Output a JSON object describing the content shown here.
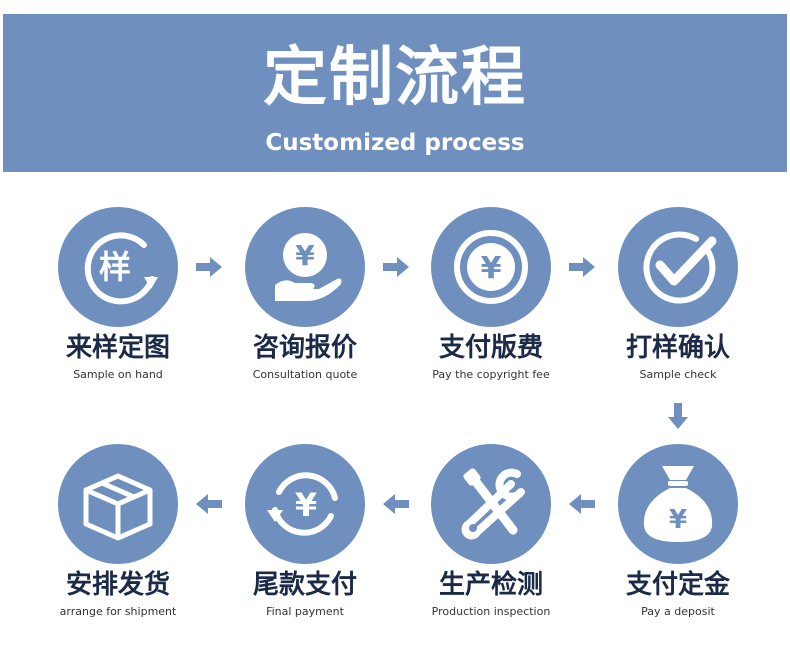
{
  "header": {
    "title": "定制流程",
    "subtitle": "Customized process"
  },
  "colors": {
    "primary": "#6f8fbe",
    "title_text": "#1b2a47"
  },
  "steps": [
    {
      "title": "来样定图",
      "subtitle": "Sample on hand",
      "icon": "sample-cycle-icon",
      "icon_text": "样"
    },
    {
      "title": "咨询报价",
      "subtitle": "Consultation quote",
      "icon": "hand-coin-icon"
    },
    {
      "title": "支付版费",
      "subtitle": "Pay the copyright fee",
      "icon": "yen-coin-icon"
    },
    {
      "title": "打样确认",
      "subtitle": "Sample check",
      "icon": "checkmark-icon"
    },
    {
      "title": "支付定金",
      "subtitle": "Pay a deposit",
      "icon": "money-bag-icon"
    },
    {
      "title": "生产检测",
      "subtitle": "Production inspection",
      "icon": "tools-icon"
    },
    {
      "title": "尾款支付",
      "subtitle": "Final payment",
      "icon": "yen-refresh-icon"
    },
    {
      "title": "安排发货",
      "subtitle": "arrange for shipment",
      "icon": "package-box-icon"
    }
  ]
}
